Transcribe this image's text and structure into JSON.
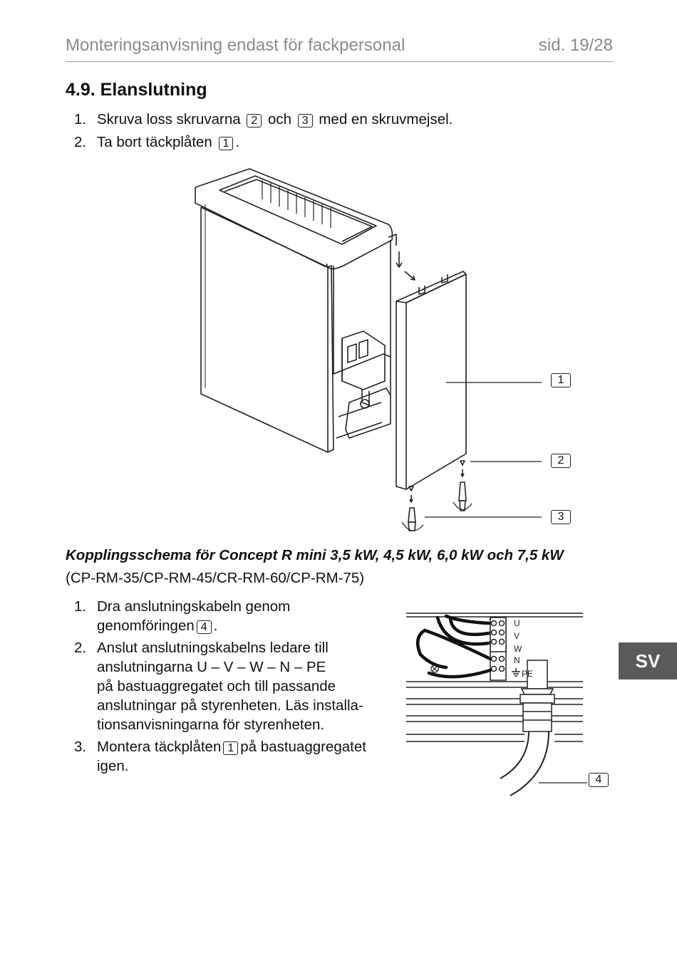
{
  "header": {
    "title": "Monteringsanvisning endast för fackpersonal",
    "page": "sid. 19/28"
  },
  "section": {
    "heading": "4.9. Elanslutning",
    "steps": [
      {
        "num": "1.",
        "text_before": "Skruva loss skruvarna",
        "ref1": "2",
        "text_mid": "och",
        "ref2": "3",
        "text_after": "med en skruvmejsel."
      },
      {
        "num": "2.",
        "text_before": "Ta bort täckplåten",
        "ref1": "1",
        "text_after": "."
      }
    ]
  },
  "figure1": {
    "callouts": [
      "1",
      "2",
      "3"
    ]
  },
  "wiring": {
    "heading": "Kopplingsschema för Concept R mini 3,5 kW, 4,5 kW, 6,0 kW och 7,5 kW",
    "models": "(CP-RM-35/CP-RM-45/CR-RM-60/CP-RM-75)",
    "steps": [
      {
        "num": "1.",
        "line1": "Dra anslutningskabeln genom",
        "line2_before": "genomföringen",
        "ref": "4",
        "line2_after": "."
      },
      {
        "num": "2.",
        "lines": [
          "Anslut anslutningskabelns ledare till",
          "anslutningarna U – V – W – N – PE",
          "på bastuaggregatet och till passande",
          "anslutningar på styrenheten. Läs installa-",
          "tionsanvisningarna för styrenheten."
        ]
      },
      {
        "num": "3.",
        "line1_before": "Montera täckplåten",
        "ref": "1",
        "line1_after": "på bastuaggregatet",
        "line2": "igen."
      }
    ],
    "terminals": [
      "U",
      "V",
      "W",
      "N",
      "PE"
    ],
    "callout": "4"
  },
  "language_tab": "SV"
}
